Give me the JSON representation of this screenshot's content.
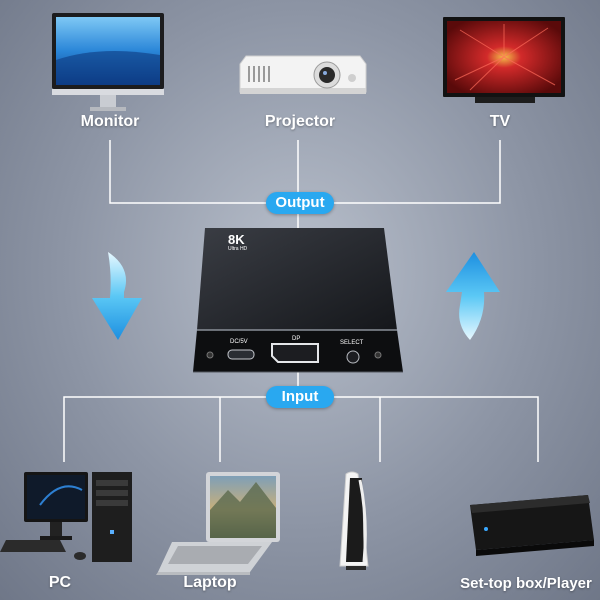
{
  "outputs": {
    "badge": "Output",
    "items": [
      {
        "label": "Monitor",
        "icon": "monitor-icon"
      },
      {
        "label": "Projector",
        "icon": "projector-icon"
      },
      {
        "label": "TV",
        "icon": "tv-icon"
      }
    ]
  },
  "inputs": {
    "badge": "Input",
    "items": [
      {
        "label": "PC",
        "icon": "pc-icon"
      },
      {
        "label": "Laptop",
        "icon": "laptop-icon"
      },
      {
        "label": "",
        "icon": "game-console-icon"
      },
      {
        "label": "Set-top box/Player",
        "icon": "set-top-box-icon"
      }
    ]
  },
  "device": {
    "badge_main": "8K",
    "badge_sub": "Ultra HD",
    "port_power": "DC/5V",
    "port_dp": "DP",
    "port_select": "SELECT"
  },
  "colors": {
    "accent": "#29a8f0",
    "lines": "#ffffff"
  }
}
